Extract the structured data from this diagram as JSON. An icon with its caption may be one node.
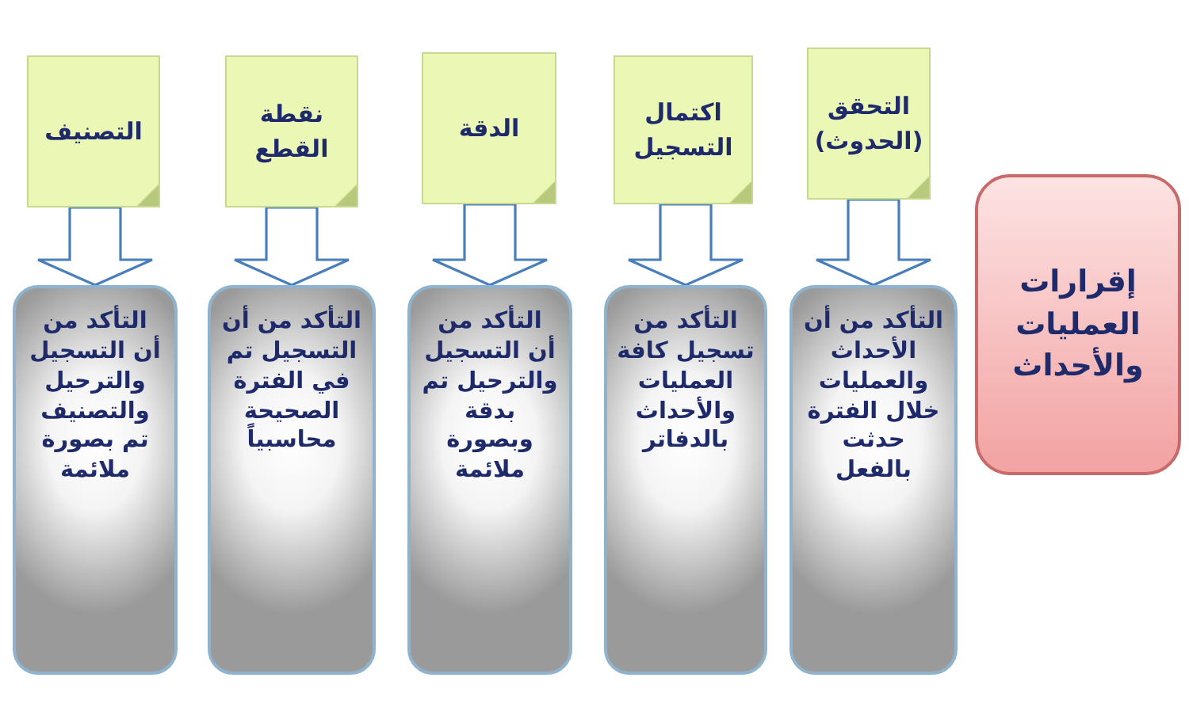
{
  "diagram": {
    "nodes": [
      {
        "text": [
          "إقرارات العمليات والأحداث"
        ]
      },
      {
        "text": [
          "التحقق (الحدوث)"
        ]
      },
      {
        "text": [
          "اكتمال التسجيل"
        ]
      },
      {
        "text": [
          "الدقة"
        ]
      },
      {
        "text": [
          "نقطة القطع"
        ]
      },
      {
        "text": [
          "التصنيف"
        ]
      },
      {
        "text": [
          "التأكد من أن الأحداث والعمليات خلال الفترة حدثت بالفعل"
        ]
      },
      {
        "text": [
          "التأكد من تسجيل كافة العمليات والأحداث بالدفاتر"
        ]
      },
      {
        "text": [
          "التأكد من أن التسجيل والترحيل تم بدقة وبصورة ملائمة"
        ]
      },
      {
        "text": [
          "التأكد من أن التسجيل تم في الفترة الصحيحة محاسبياً"
        ]
      },
      {
        "text": [
          "التأكد من أن التسجيل والترحيل والتصنيف تم بصورة ملائمة"
        ]
      }
    ],
    "edges": [
      {
        "from": 1,
        "to": 6,
        "arrow": "to"
      },
      {
        "from": 2,
        "to": 7,
        "arrow": "to"
      },
      {
        "from": 3,
        "to": 8,
        "arrow": "to"
      },
      {
        "from": 4,
        "to": 9,
        "arrow": "to"
      },
      {
        "from": 5,
        "to": 10,
        "arrow": "to"
      }
    ]
  }
}
